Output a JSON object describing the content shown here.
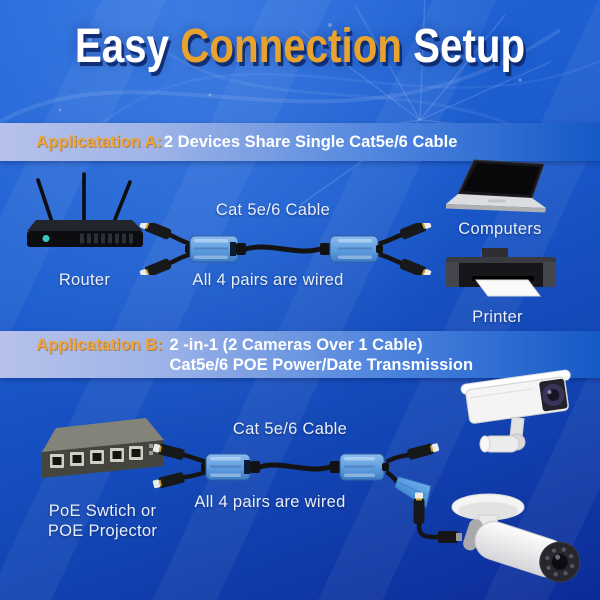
{
  "title": {
    "word1": "Easy",
    "word2": "Connection",
    "word3": "Setup"
  },
  "palette": {
    "background_top": "#2468DA",
    "background_bottom": "#0C2B97",
    "title_accent": "#E8A22E",
    "band_label_orange": "#EFA43C",
    "band_gradient_left": "#B6C1EB",
    "band_gradient_right": "#1559C6",
    "splitter_blue": "#5E9CDF",
    "text_light": "#E9EFF8"
  },
  "application_a": {
    "band_label": "Applicatation A:",
    "band_text": "2 Devices Share Single Cat5e/6 Cable",
    "router_label": "Router",
    "cable_label": "Cat 5e/6 Cable",
    "pairs_label": "All 4 pairs are wired",
    "computers_label": "Computers",
    "printer_label": "Printer"
  },
  "application_b": {
    "band_label": "Applicatation B:",
    "band_line1": "2 -in-1 (2 Cameras Over 1 Cable)",
    "band_line2": "Cat5e/6 POE Power/Date Transmission",
    "switch_label_line1": "PoE Swtich or",
    "switch_label_line2": "POE Projector",
    "cable_label": "Cat 5e/6 Cable",
    "pairs_label": "All 4 pairs are wired"
  }
}
